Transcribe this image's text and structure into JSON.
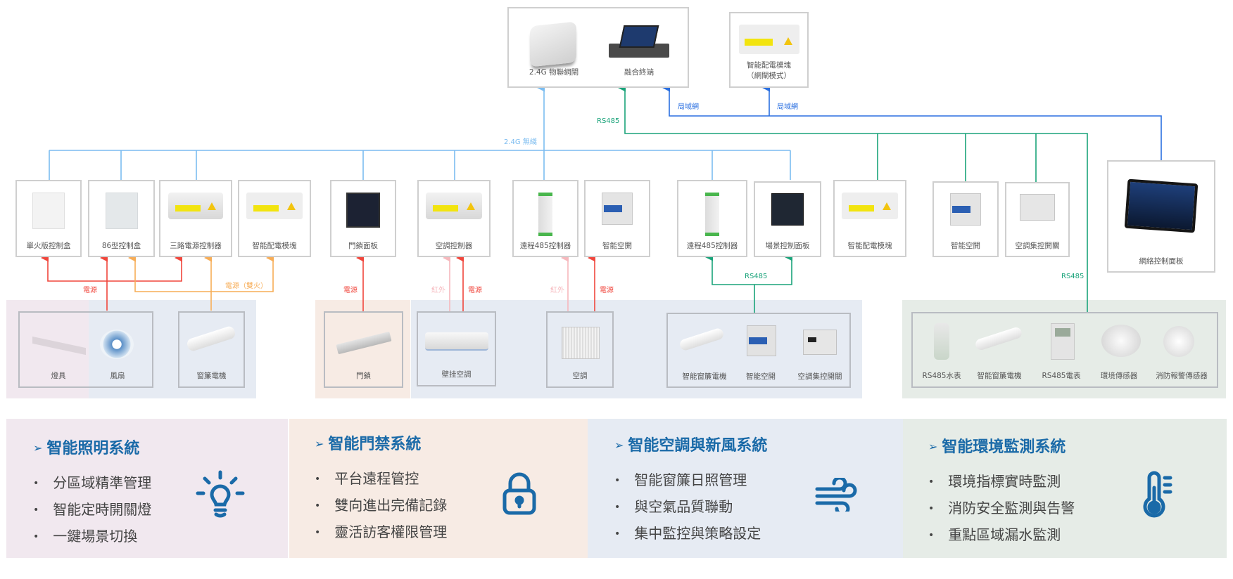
{
  "colors": {
    "wireless": "#7bbcf0",
    "rs485": "#1aa37a",
    "lan": "#2a6fe0",
    "power": "#f0463c",
    "power_dual": "#f7ad57",
    "infrared": "#f6b8bd",
    "title_blue": "#1a6aa8",
    "zone_lighting": "#f1e8ef",
    "zone_access": "#f7ebe4",
    "zone_hvac": "#e6ebf3",
    "zone_env": "#e6ece7"
  },
  "top": {
    "hub": {
      "gateway": "2.4G 物聯網閘",
      "terminal": "融合終端"
    },
    "power_module_gateway": {
      "line1": "智能配電模塊",
      "line2": "（網閘模式）"
    }
  },
  "wire_labels": {
    "wireless": "2.4G 無綫",
    "rs485_main": "RS485",
    "lan_1": "局域網",
    "lan_2": "局域網",
    "rs485_scene": "RS485",
    "rs485_env": "RS485",
    "power_light": "電源",
    "power_dual": "電源（雙火）",
    "power_lock": "電源",
    "ir_1": "紅外",
    "power_ac1": "電源",
    "ir_2": "紅外",
    "power_ac2": "電源"
  },
  "controllers": [
    {
      "label": "單火版控制盒",
      "icon": "single-fire-switch"
    },
    {
      "label": "86型控制盒",
      "icon": "86-switch-panel"
    },
    {
      "label": "三路電源控制器",
      "icon": "power-controller"
    },
    {
      "label": "智能配電模塊",
      "icon": "power-module"
    },
    {
      "label": "門鎖面板",
      "icon": "door-lock-panel"
    },
    {
      "label": "空調控制器",
      "icon": "ac-controller"
    },
    {
      "label": "遠程485控制器",
      "icon": "rs485-controller"
    },
    {
      "label": "智能空開",
      "icon": "smart-breaker"
    },
    {
      "label": "遠程485控制器",
      "icon": "rs485-controller"
    },
    {
      "label": "場景控制面板",
      "icon": "scene-panel"
    },
    {
      "label": "智能配電模塊",
      "icon": "power-module"
    },
    {
      "label": "智能空開",
      "icon": "smart-breaker"
    },
    {
      "label": "空調集控開關",
      "icon": "ac-central-switch"
    },
    {
      "label": "網絡控制面板",
      "icon": "network-touch-panel"
    }
  ],
  "endpoints": {
    "lighting": [
      "燈具",
      "風扇"
    ],
    "curtain": [
      "窗簾電機"
    ],
    "lock": [
      "門鎖"
    ],
    "wall_ac": [
      "壁挂空調"
    ],
    "window_ac": [
      "空調"
    ],
    "hvac_group": [
      "智能窗簾電機",
      "智能空開",
      "空調集控開關"
    ],
    "env_group": [
      "RS485水表",
      "智能窗簾電機",
      "RS485電表",
      "環境傳感器",
      "消防報警傳感器"
    ]
  },
  "panels": [
    {
      "title": "智能照明系統",
      "icon": "lightbulb-icon",
      "items": [
        "分區域精準管理",
        "智能定時開關燈",
        "一鍵場景切換"
      ]
    },
    {
      "title": "智能門禁系統",
      "icon": "lock-icon",
      "items": [
        "平台遠程管控",
        "雙向進出完備記錄",
        "靈活訪客權限管理"
      ]
    },
    {
      "title": "智能空調與新風系統",
      "icon": "wind-icon",
      "items": [
        "智能窗簾日照管理",
        "與空氣品質聯動",
        "集中監控與策略設定"
      ]
    },
    {
      "title": "智能環境監測系統",
      "icon": "thermometer-icon",
      "items": [
        "環境指標實時監測",
        "消防安全監測與告警",
        "重點區域漏水監測"
      ]
    }
  ],
  "panel_arrow": "➢"
}
